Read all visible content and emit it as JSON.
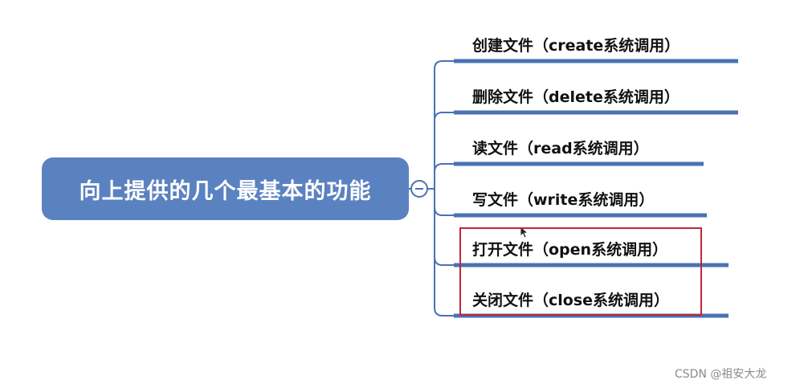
{
  "root": {
    "label": "向上提供的几个最基本的功能"
  },
  "branches": [
    {
      "label": "创建文件（create系统调用）"
    },
    {
      "label": "删除文件（delete系统调用）"
    },
    {
      "label": "读文件（read系统调用）"
    },
    {
      "label": "写文件（write系统调用）"
    },
    {
      "label": "打开文件（open系统调用）"
    },
    {
      "label": "关闭文件（close系统调用）"
    }
  ],
  "watermark": "CSDN @祖安大龙",
  "colors": {
    "node_fill": "#5b82c0",
    "connector": "#4a72b4",
    "highlight": "#c0273a"
  }
}
